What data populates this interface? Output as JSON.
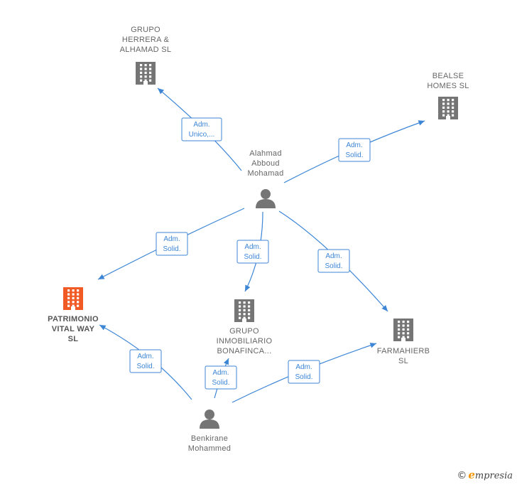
{
  "colors": {
    "edge": "#3d86d6",
    "company": "#757575",
    "company_highlight": "#f15a24",
    "person": "#757575"
  },
  "nodes": [
    {
      "id": "herrera",
      "type": "company",
      "label": [
        "GRUPO",
        "HERRERA &",
        "ALHAMAD SL"
      ]
    },
    {
      "id": "bealse",
      "type": "company",
      "label": [
        "BEALSE",
        "HOMES  SL"
      ]
    },
    {
      "id": "alahmad",
      "type": "person",
      "label": [
        "Alahmad",
        "Abboud",
        "Mohamad"
      ]
    },
    {
      "id": "patrimonio",
      "type": "company",
      "highlight": true,
      "label": [
        "PATRIMONIO",
        "VITAL WAY",
        "SL"
      ]
    },
    {
      "id": "bonafinca",
      "type": "company",
      "label": [
        "GRUPO",
        "INMOBILIARIO",
        "BONAFINCA..."
      ]
    },
    {
      "id": "farmahierb",
      "type": "company",
      "label": [
        "FARMAHIERB",
        "SL"
      ]
    },
    {
      "id": "benkirane",
      "type": "person",
      "label": [
        "Benkirane",
        "Mohammed"
      ]
    }
  ],
  "edges": [
    {
      "from": "alahmad",
      "to": "herrera",
      "label": [
        "Adm.",
        "Unico,..."
      ]
    },
    {
      "from": "alahmad",
      "to": "bealse",
      "label": [
        "Adm.",
        "Solid."
      ]
    },
    {
      "from": "alahmad",
      "to": "patrimonio",
      "label": [
        "Adm.",
        "Solid."
      ]
    },
    {
      "from": "alahmad",
      "to": "bonafinca",
      "label": [
        "Adm.",
        "Solid."
      ]
    },
    {
      "from": "alahmad",
      "to": "farmahierb",
      "label": [
        "Adm.",
        "Solid."
      ]
    },
    {
      "from": "benkirane",
      "to": "patrimonio",
      "label": [
        "Adm.",
        "Solid."
      ]
    },
    {
      "from": "benkirane",
      "to": "bonafinca",
      "label": [
        "Adm.",
        "Solid."
      ]
    },
    {
      "from": "benkirane",
      "to": "farmahierb",
      "label": [
        "Adm.",
        "Solid."
      ]
    }
  ],
  "brand": {
    "copyright": "©",
    "initial": "e",
    "name": "mpresia"
  }
}
